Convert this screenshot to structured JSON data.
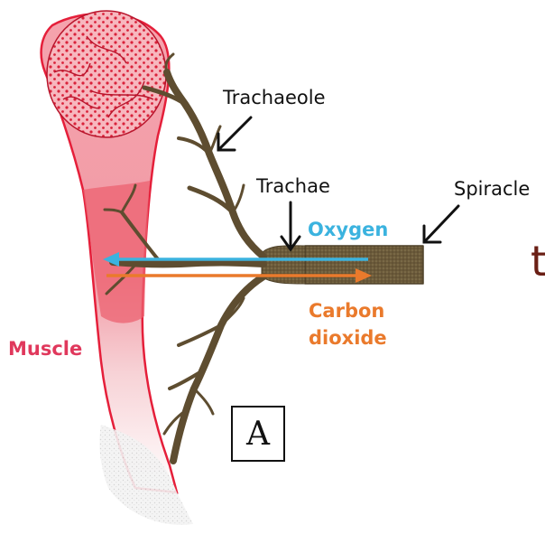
{
  "labels": {
    "trachaeole": "Trachaeole",
    "trachae": "Trachae",
    "spiracle": "Spiracle",
    "oxygen": "Oxygen",
    "carbon_line1": "Carbon",
    "carbon_line2": "dioxide",
    "muscle": "Muscle",
    "panel": "A",
    "edge_fragment": "t"
  },
  "colors": {
    "oxygen": "#3bb3df",
    "carbon_dioxide": "#ea7a2c",
    "muscle": "#e0385c",
    "trachea": "#6b5a3a"
  }
}
